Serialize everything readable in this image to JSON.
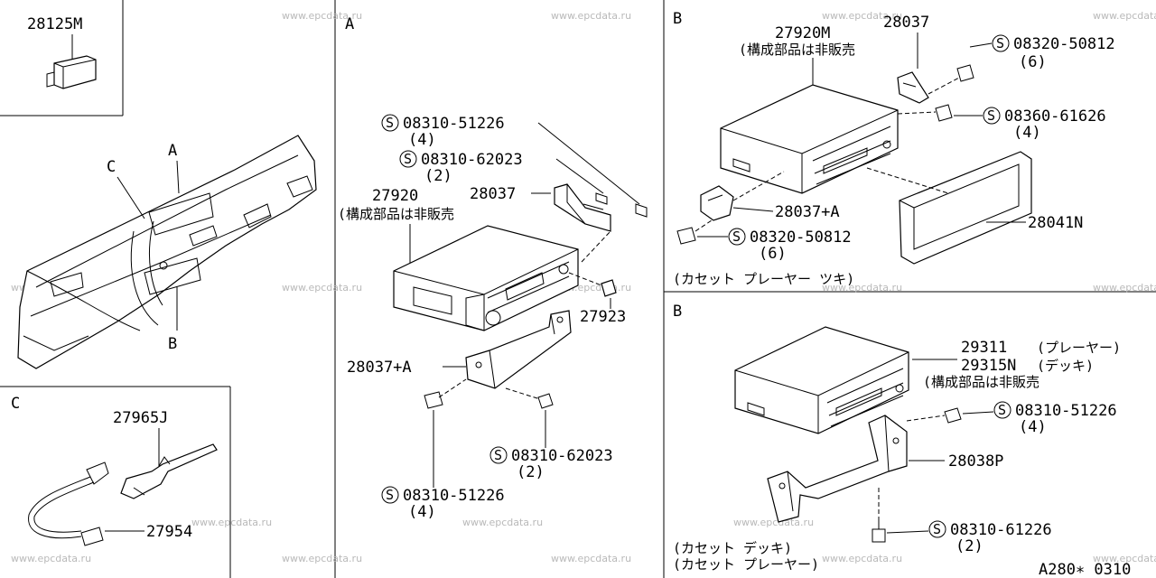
{
  "watermark": "www.epcdata.ru",
  "footer_code": "A280∗ 0310",
  "section_labels": {
    "a": "A",
    "b_top": "B",
    "b_bottom": "B",
    "c": "C"
  },
  "callouts": {
    "a": "A",
    "b": "B",
    "c": "C"
  },
  "inset_top_left": {
    "part": "28125M"
  },
  "section_c": {
    "clip": "27965J",
    "cable": "27954"
  },
  "section_a": {
    "screw_1": {
      "part": "08310-51226",
      "qty": "(4)"
    },
    "screw_2": {
      "part": "08310-62023",
      "qty": "(2)"
    },
    "unit": {
      "part": "27920",
      "note": "(構成部品は非販売"
    },
    "bracket": {
      "part": "28037"
    },
    "knob": {
      "part": "27923"
    },
    "bracket_lower": {
      "part": "28037+A"
    },
    "screw_3": {
      "part": "08310-62023",
      "qty": "(2)"
    },
    "screw_4": {
      "part": "08310-51226",
      "qty": "(4)"
    }
  },
  "section_b_top": {
    "unit": {
      "part": "27920M",
      "note": "(構成部品は非販売"
    },
    "bracket": {
      "part": "28037"
    },
    "screw_1": {
      "part": "08320-50812",
      "qty": "(6)"
    },
    "screw_2": {
      "part": "08360-61626",
      "qty": "(4)"
    },
    "bracket_lower": {
      "part": "28037+A"
    },
    "screw_3": {
      "part": "08320-50812",
      "qty": "(6)"
    },
    "bezel": {
      "part": "28041N"
    },
    "caption": "(カセット  プレーヤー  ツキ)"
  },
  "section_b_bottom": {
    "unit_1": {
      "part": "29311",
      "note": "(プレーヤー)"
    },
    "unit_2": {
      "part": "29315N",
      "note": "(デッキ)"
    },
    "note": "(構成部品は非販売",
    "screw_1": {
      "part": "08310-51226",
      "qty": "(4)"
    },
    "bracket": {
      "part": "28038P"
    },
    "screw_2": {
      "part": "08310-61226",
      "qty": "(2)"
    },
    "caption_1": "(カセット  デッキ)",
    "caption_2": "(カセット  プレーヤー)"
  },
  "colors": {
    "line": "#000000",
    "watermark": "#b9b9b9",
    "background": "#ffffff"
  }
}
